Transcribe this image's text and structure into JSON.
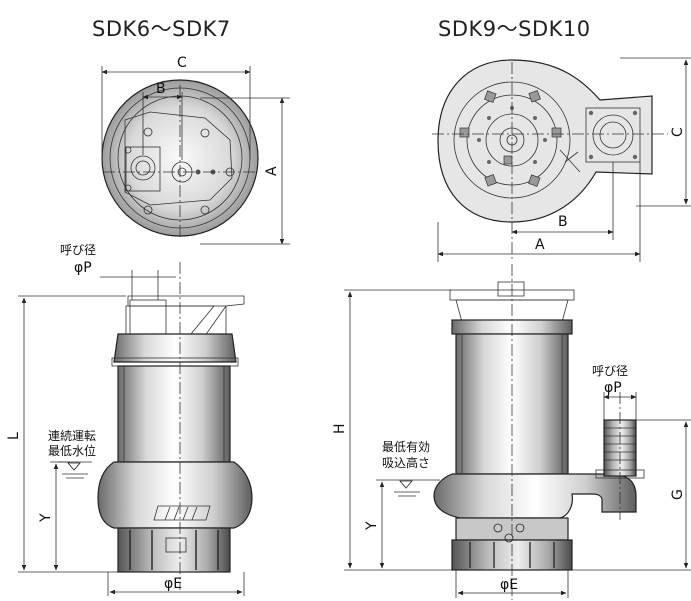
{
  "titles": {
    "left": "SDK6～SDK7",
    "right": "SDK9～SDK10"
  },
  "left_top_view": {
    "dim_c": "C",
    "dim_b": "B",
    "dim_a": "A"
  },
  "right_top_view": {
    "dim_c": "C",
    "dim_b": "B",
    "dim_a": "A"
  },
  "left_side_view": {
    "outlet_caption": "呼び径",
    "outlet_dim": "φP",
    "dim_l": "L",
    "dim_y": "Y",
    "dim_e": "φE",
    "water_level_line1": "連続運転",
    "water_level_line2": "最低水位"
  },
  "right_side_view": {
    "outlet_caption": "呼び径",
    "outlet_dim": "φP",
    "dim_h": "H",
    "dim_y": "Y",
    "dim_g": "G",
    "dim_e": "φE",
    "suction_line1": "最低有効",
    "suction_line2": "吸込高さ"
  }
}
